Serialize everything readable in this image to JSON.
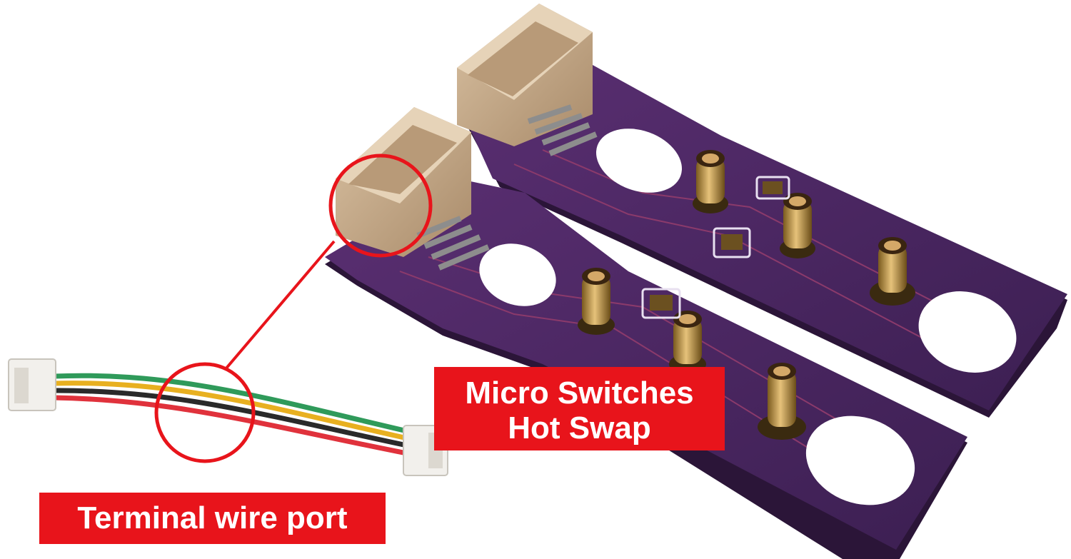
{
  "labels": {
    "switches_line1": "Micro Switches",
    "switches_line2": "Hot Swap",
    "wire": "Terminal wire port"
  },
  "colors": {
    "callout_red": "#e8141b",
    "pcb_purple": "#4a2760",
    "connector_beige": "#c9ad8c",
    "wire_green": "#2f9a5a",
    "wire_yellow": "#e8b020",
    "wire_black": "#2a2a2a",
    "wire_red": "#e0323c"
  }
}
